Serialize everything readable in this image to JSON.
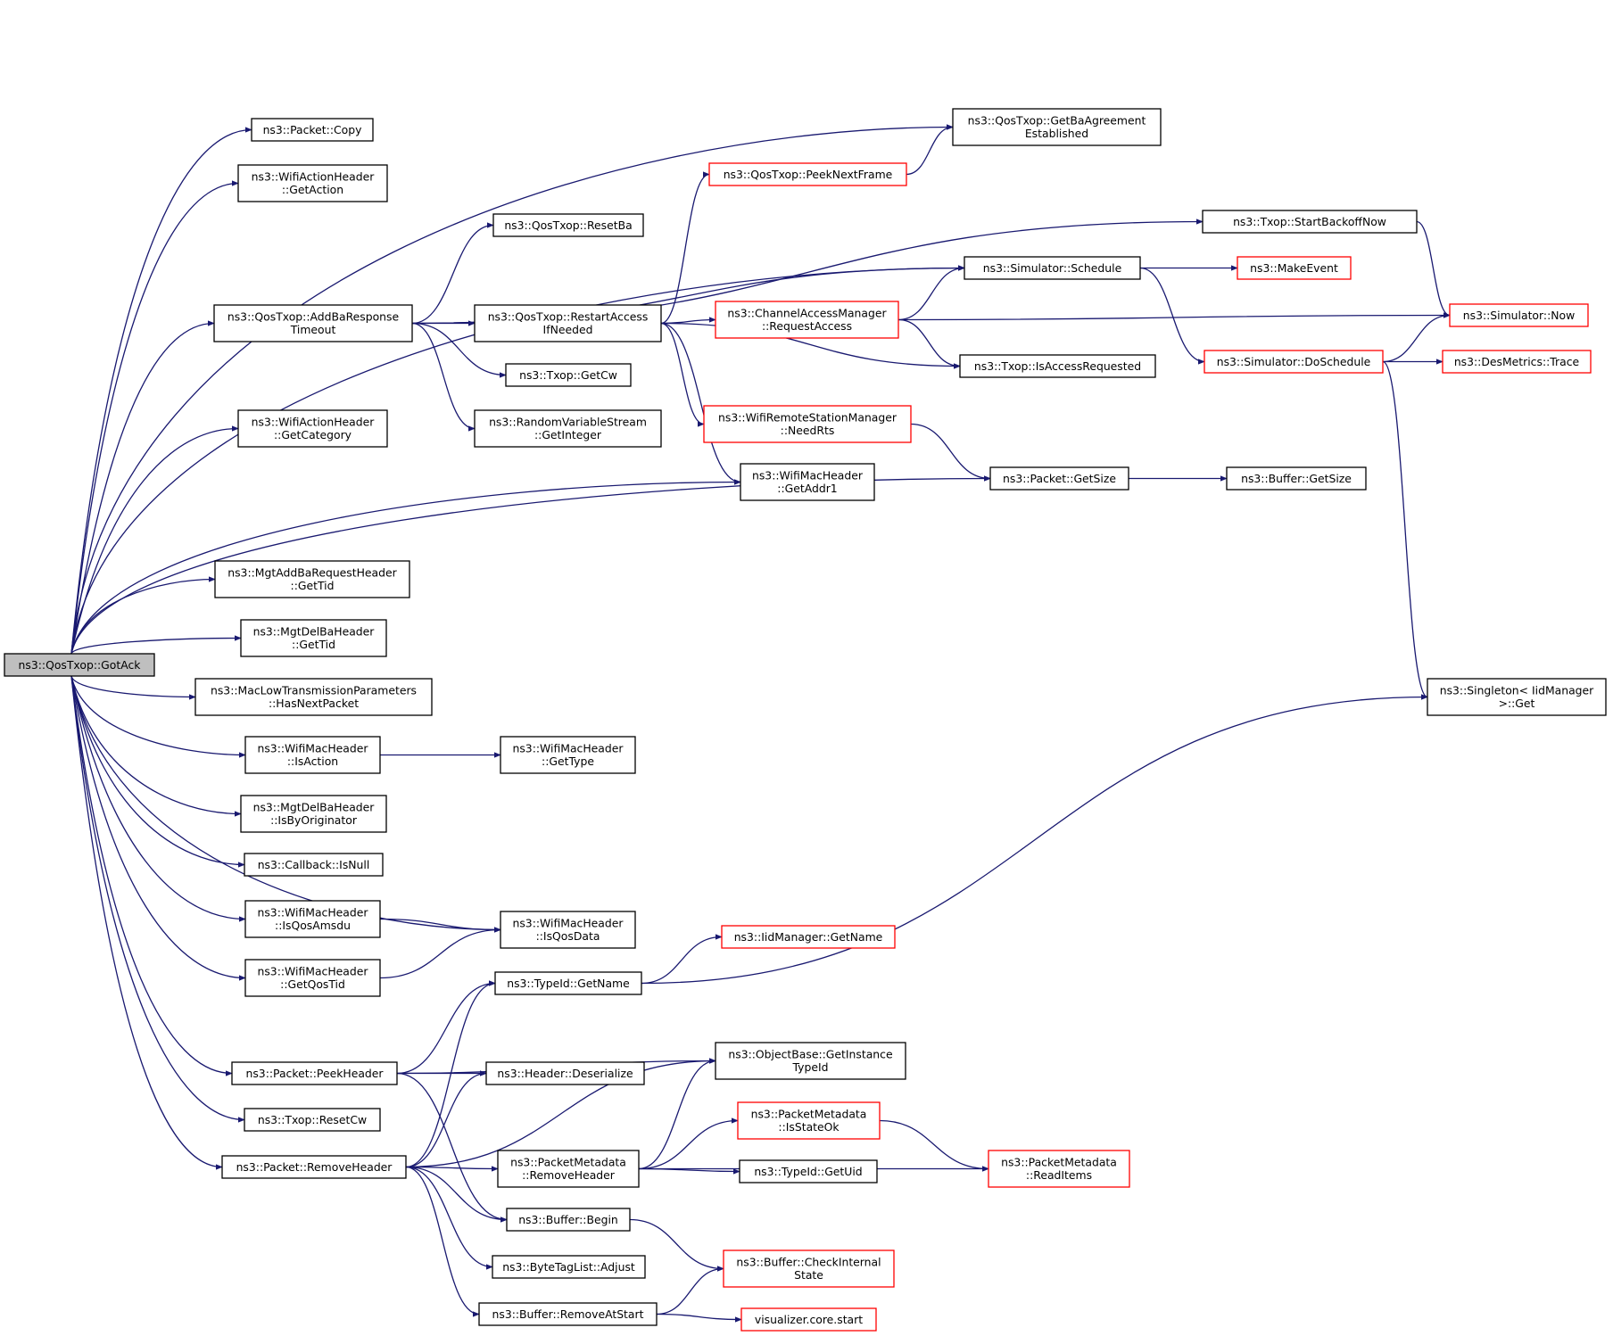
{
  "colors": {
    "edge": "#191970",
    "border_default": "#000000",
    "border_truncated": "#ff0000",
    "fill_default": "#ffffff",
    "fill_root": "#bfbfbf"
  },
  "nodes": [
    {
      "id": "gotack",
      "lines": [
        "ns3::QosTxop::GotAck"
      ],
      "style": "root"
    },
    {
      "id": "getbaagree",
      "lines": [
        "ns3::QosTxop::GetBaAgreement",
        "Established"
      ],
      "style": "normal"
    },
    {
      "id": "copy",
      "lines": [
        "ns3::Packet::Copy"
      ],
      "style": "normal"
    },
    {
      "id": "getaction",
      "lines": [
        "ns3::WifiActionHeader",
        "::GetAction"
      ],
      "style": "normal"
    },
    {
      "id": "peeknext",
      "lines": [
        "ns3::QosTxop::PeekNextFrame"
      ],
      "style": "red"
    },
    {
      "id": "resetba",
      "lines": [
        "ns3::QosTxop::ResetBa"
      ],
      "style": "normal"
    },
    {
      "id": "startbackoff",
      "lines": [
        "ns3::Txop::StartBackoffNow"
      ],
      "style": "normal"
    },
    {
      "id": "schedule",
      "lines": [
        "ns3::Simulator::Schedule"
      ],
      "style": "normal"
    },
    {
      "id": "makeevent",
      "lines": [
        "ns3::MakeEvent"
      ],
      "style": "red"
    },
    {
      "id": "addba",
      "lines": [
        "ns3::QosTxop::AddBaResponse",
        "Timeout"
      ],
      "style": "normal"
    },
    {
      "id": "restart",
      "lines": [
        "ns3::QosTxop::RestartAccess",
        "IfNeeded"
      ],
      "style": "normal"
    },
    {
      "id": "reqaccess",
      "lines": [
        "ns3::ChannelAccessManager",
        "::RequestAccess"
      ],
      "style": "red"
    },
    {
      "id": "now",
      "lines": [
        "ns3::Simulator::Now"
      ],
      "style": "red"
    },
    {
      "id": "doschedule",
      "lines": [
        "ns3::Simulator::DoSchedule"
      ],
      "style": "red"
    },
    {
      "id": "trace",
      "lines": [
        "ns3::DesMetrics::Trace"
      ],
      "style": "red"
    },
    {
      "id": "isaccessreq",
      "lines": [
        "ns3::Txop::IsAccessRequested"
      ],
      "style": "normal"
    },
    {
      "id": "getcw",
      "lines": [
        "ns3::Txop::GetCw"
      ],
      "style": "normal"
    },
    {
      "id": "getcategory",
      "lines": [
        "ns3::WifiActionHeader",
        "::GetCategory"
      ],
      "style": "normal"
    },
    {
      "id": "getinteger",
      "lines": [
        "ns3::RandomVariableStream",
        "::GetInteger"
      ],
      "style": "normal"
    },
    {
      "id": "needrts",
      "lines": [
        "ns3::WifiRemoteStationManager",
        "::NeedRts"
      ],
      "style": "red"
    },
    {
      "id": "getaddr1",
      "lines": [
        "ns3::WifiMacHeader",
        "::GetAddr1"
      ],
      "style": "normal"
    },
    {
      "id": "pktgetsize",
      "lines": [
        "ns3::Packet::GetSize"
      ],
      "style": "normal"
    },
    {
      "id": "bufgetsize",
      "lines": [
        "ns3::Buffer::GetSize"
      ],
      "style": "normal"
    },
    {
      "id": "addbareqtid",
      "lines": [
        "ns3::MgtAddBaRequestHeader",
        "::GetTid"
      ],
      "style": "normal"
    },
    {
      "id": "delbatid",
      "lines": [
        "ns3::MgtDelBaHeader",
        "::GetTid"
      ],
      "style": "normal"
    },
    {
      "id": "hasnext",
      "lines": [
        "ns3::MacLowTransmissionParameters",
        "::HasNextPacket"
      ],
      "style": "normal"
    },
    {
      "id": "singleton",
      "lines": [
        "ns3::Singleton< IidManager",
        ">::Get"
      ],
      "style": "normal"
    },
    {
      "id": "isaction",
      "lines": [
        "ns3::WifiMacHeader",
        "::IsAction"
      ],
      "style": "normal"
    },
    {
      "id": "gettype",
      "lines": [
        "ns3::WifiMacHeader",
        "::GetType"
      ],
      "style": "normal"
    },
    {
      "id": "isbyorig",
      "lines": [
        "ns3::MgtDelBaHeader",
        "::IsByOriginator"
      ],
      "style": "normal"
    },
    {
      "id": "isnull",
      "lines": [
        "ns3::Callback::IsNull"
      ],
      "style": "normal"
    },
    {
      "id": "isqosamsdu",
      "lines": [
        "ns3::WifiMacHeader",
        "::IsQosAmsdu"
      ],
      "style": "normal"
    },
    {
      "id": "isqosdata",
      "lines": [
        "ns3::WifiMacHeader",
        "::IsQosData"
      ],
      "style": "normal"
    },
    {
      "id": "iidgetname",
      "lines": [
        "ns3::IidManager::GetName"
      ],
      "style": "red"
    },
    {
      "id": "getqostid",
      "lines": [
        "ns3::WifiMacHeader",
        "::GetQosTid"
      ],
      "style": "normal"
    },
    {
      "id": "typeidgetname",
      "lines": [
        "ns3::TypeId::GetName"
      ],
      "style": "normal"
    },
    {
      "id": "peekheader",
      "lines": [
        "ns3::Packet::PeekHeader"
      ],
      "style": "normal"
    },
    {
      "id": "getinstance",
      "lines": [
        "ns3::ObjectBase::GetInstance",
        "TypeId"
      ],
      "style": "normal"
    },
    {
      "id": "deserialize",
      "lines": [
        "ns3::Header::Deserialize"
      ],
      "style": "normal"
    },
    {
      "id": "resetcw",
      "lines": [
        "ns3::Txop::ResetCw"
      ],
      "style": "normal"
    },
    {
      "id": "isstateok",
      "lines": [
        "ns3::PacketMetadata",
        "::IsStateOk"
      ],
      "style": "red"
    },
    {
      "id": "removeheader",
      "lines": [
        "ns3::Packet::RemoveHeader"
      ],
      "style": "normal"
    },
    {
      "id": "pmremoveheader",
      "lines": [
        "ns3::PacketMetadata",
        "::RemoveHeader"
      ],
      "style": "normal"
    },
    {
      "id": "getuid",
      "lines": [
        "ns3::TypeId::GetUid"
      ],
      "style": "normal"
    },
    {
      "id": "readitems",
      "lines": [
        "ns3::PacketMetadata",
        "::ReadItems"
      ],
      "style": "red"
    },
    {
      "id": "bufbegin",
      "lines": [
        "ns3::Buffer::Begin"
      ],
      "style": "normal"
    },
    {
      "id": "checkinternal",
      "lines": [
        "ns3::Buffer::CheckInternal",
        "State"
      ],
      "style": "red"
    },
    {
      "id": "adjust",
      "lines": [
        "ns3::ByteTagList::Adjust"
      ],
      "style": "normal"
    },
    {
      "id": "removeatstart",
      "lines": [
        "ns3::Buffer::RemoveAtStart"
      ],
      "style": "normal"
    },
    {
      "id": "vizstart",
      "lines": [
        "visualizer.core.start"
      ],
      "style": "red"
    }
  ],
  "edges": [
    [
      "gotack",
      "getbaagree"
    ],
    [
      "gotack",
      "copy"
    ],
    [
      "gotack",
      "getaction"
    ],
    [
      "gotack",
      "schedule"
    ],
    [
      "gotack",
      "addba"
    ],
    [
      "gotack",
      "getcategory"
    ],
    [
      "gotack",
      "getaddr1"
    ],
    [
      "gotack",
      "pktgetsize"
    ],
    [
      "gotack",
      "addbareqtid"
    ],
    [
      "gotack",
      "delbatid"
    ],
    [
      "gotack",
      "hasnext"
    ],
    [
      "gotack",
      "isaction"
    ],
    [
      "gotack",
      "isbyorig"
    ],
    [
      "gotack",
      "isnull"
    ],
    [
      "gotack",
      "isqosamsdu"
    ],
    [
      "gotack",
      "getqostid"
    ],
    [
      "gotack",
      "isqosdata"
    ],
    [
      "gotack",
      "peekheader"
    ],
    [
      "gotack",
      "resetcw"
    ],
    [
      "gotack",
      "removeheader"
    ],
    [
      "addba",
      "startbackoff"
    ],
    [
      "addba",
      "resetba"
    ],
    [
      "addba",
      "schedule"
    ],
    [
      "addba",
      "restart"
    ],
    [
      "addba",
      "getcw"
    ],
    [
      "addba",
      "getinteger"
    ],
    [
      "restart",
      "peeknext"
    ],
    [
      "restart",
      "reqaccess"
    ],
    [
      "restart",
      "isaccessreq"
    ],
    [
      "restart",
      "needrts"
    ],
    [
      "restart",
      "getaddr1"
    ],
    [
      "peeknext",
      "getbaagree"
    ],
    [
      "startbackoff",
      "now"
    ],
    [
      "schedule",
      "makeevent"
    ],
    [
      "schedule",
      "doschedule"
    ],
    [
      "reqaccess",
      "schedule"
    ],
    [
      "reqaccess",
      "now"
    ],
    [
      "reqaccess",
      "isaccessreq"
    ],
    [
      "doschedule",
      "now"
    ],
    [
      "doschedule",
      "trace"
    ],
    [
      "doschedule",
      "singleton"
    ],
    [
      "needrts",
      "pktgetsize"
    ],
    [
      "pktgetsize",
      "bufgetsize"
    ],
    [
      "isaction",
      "gettype"
    ],
    [
      "isqosamsdu",
      "isqosdata"
    ],
    [
      "getqostid",
      "isqosdata"
    ],
    [
      "typeidgetname",
      "iidgetname"
    ],
    [
      "typeidgetname",
      "singleton"
    ],
    [
      "peekheader",
      "typeidgetname"
    ],
    [
      "peekheader",
      "getinstance"
    ],
    [
      "peekheader",
      "deserialize"
    ],
    [
      "peekheader",
      "bufbegin"
    ],
    [
      "removeheader",
      "typeidgetname"
    ],
    [
      "removeheader",
      "getinstance"
    ],
    [
      "removeheader",
      "deserialize"
    ],
    [
      "removeheader",
      "pmremoveheader"
    ],
    [
      "removeheader",
      "bufbegin"
    ],
    [
      "removeheader",
      "adjust"
    ],
    [
      "removeheader",
      "removeatstart"
    ],
    [
      "pmremoveheader",
      "getinstance"
    ],
    [
      "pmremoveheader",
      "isstateok"
    ],
    [
      "pmremoveheader",
      "getuid"
    ],
    [
      "pmremoveheader",
      "readitems"
    ],
    [
      "isstateok",
      "readitems"
    ],
    [
      "bufbegin",
      "checkinternal"
    ],
    [
      "removeatstart",
      "checkinternal"
    ],
    [
      "removeatstart",
      "vizstart"
    ]
  ]
}
